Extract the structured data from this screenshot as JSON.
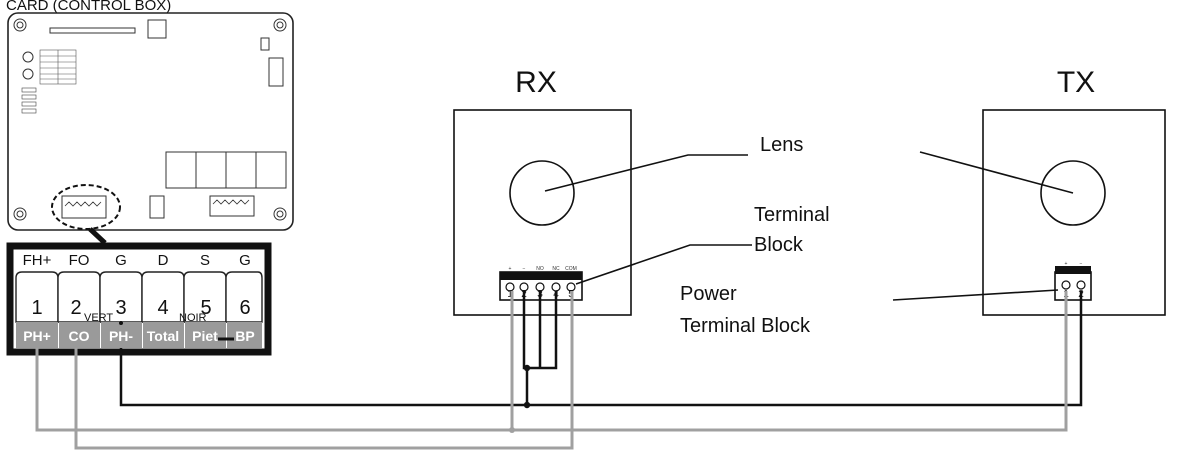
{
  "header": {
    "caption": "CARD (CONTROL BOX)"
  },
  "rx": {
    "title": "RX",
    "terminals": [
      "1",
      "2",
      "3",
      "4",
      "5"
    ],
    "terminal_legend": [
      "+",
      "−",
      "NO",
      "NC",
      "COM"
    ]
  },
  "tx": {
    "title": "TX",
    "terminals": [
      "1",
      "2"
    ],
    "terminal_legend": [
      "+",
      "−"
    ]
  },
  "callouts": {
    "lens": "Lens",
    "terminal_block_1": "Terminal",
    "terminal_block_2": "Block",
    "power_block_1": "Power",
    "power_block_2": "Terminal Block"
  },
  "connector": {
    "headers": [
      "FH+",
      "FO",
      "G",
      "D",
      "S",
      "G"
    ],
    "numbers": [
      "1",
      "2",
      "3",
      "4",
      "5",
      "6"
    ],
    "bottom_labels": [
      "PH+",
      "CO",
      "PH-",
      "Total",
      "Piet",
      "BP"
    ],
    "wire_vert": "VERT",
    "wire_noir": "NOIR"
  },
  "colors": {
    "black_wire": "#111111",
    "gray_wire": "#a0a0a0",
    "gray_block": "#9a9a9a",
    "line": "#111111"
  }
}
